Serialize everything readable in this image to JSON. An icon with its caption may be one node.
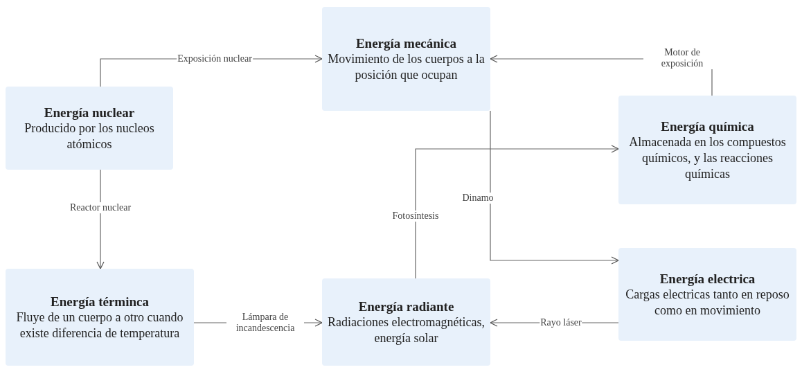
{
  "diagram": {
    "nodes": [
      {
        "text": [
          "Energía mecánica",
          "Movimiento de los cuerpos a la posición que ocupan"
        ]
      },
      {
        "text": [
          "Energía nuclear",
          "Producido por los nucleos atómicos"
        ]
      },
      {
        "text": [
          "Energía química",
          "Almacenada en los compuestos químicos, y las reacciones químicas"
        ]
      },
      {
        "text": [
          "Energía electrica",
          "Cargas electricas tanto en reposo como en movimiento"
        ]
      },
      {
        "text": [
          "Energía términca",
          "Fluye de un cuerpo a otro cuando existe diferencia de temperatura"
        ]
      },
      {
        "text": [
          "Energía radiante",
          "Radiaciones electromagnéticas, energía solar"
        ]
      }
    ],
    "edges": [
      {
        "from": 1,
        "to": 0,
        "arrow": "to",
        "label": "Exposición nuclear"
      },
      {
        "from": 2,
        "to": 0,
        "arrow": "to",
        "label": "Motor de exposición"
      },
      {
        "from": 1,
        "to": 4,
        "arrow": "to",
        "label": "Reactor nuclear"
      },
      {
        "from": 0,
        "to": 3,
        "arrow": "to",
        "label": "Dinamo"
      },
      {
        "from": 5,
        "to": 2,
        "arrow": "to",
        "label": "Fotosíntesis"
      },
      {
        "from": 4,
        "to": 5,
        "arrow": "to",
        "label": "Lámpara de incandescencia"
      },
      {
        "from": 3,
        "to": 5,
        "arrow": "to",
        "label": "Rayo láser"
      }
    ]
  }
}
